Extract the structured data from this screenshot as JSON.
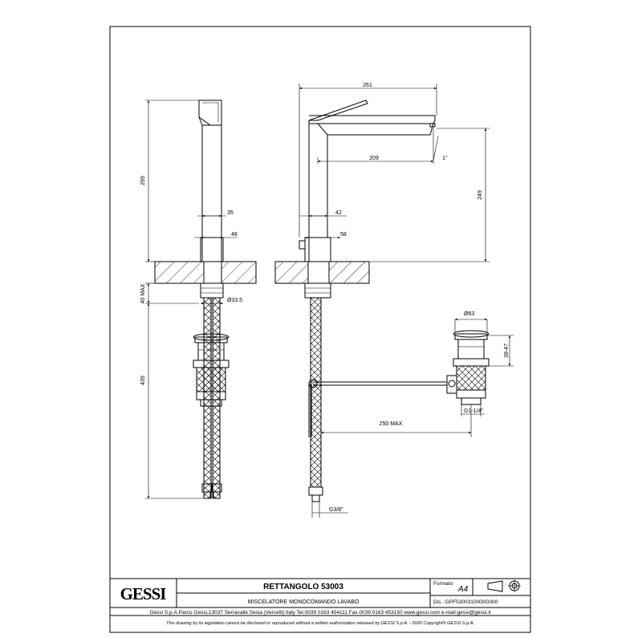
{
  "titleblock": {
    "logo": "GESSI",
    "product": "RETTANGOLO 53003",
    "description": "MISCELATORE MONOCOMANDO LAVABO",
    "format_label": "Formato",
    "format_value": "A4",
    "drawing_number": "Dis.: GPF5300310000G000",
    "address": "Gessi S.p.A.Parco Gessi,13037 Serravalle Sesia (Vercelli) Italy Tel.0039 0163 454111 Fax.0039 0163 453150 www.gessi.com e-mail:gessi@gessi.it",
    "legal_note": "This drawing by its legislation cannot be disclosed or reproduced without a written authorization released by GESSI S.p.A. - 2020 Copyright® GESSI S.p.A."
  },
  "dimensions": {
    "left_height_top": "299",
    "left_height_mid": "40 MAX",
    "left_height_bottom": "439",
    "left_width_35": "35",
    "left_width_48": "48",
    "left_diam_hose": "Ø33.5",
    "overall_width": "261",
    "spout_reach": "209",
    "spout_angle": "1°",
    "spout_height": "249",
    "body_width_42": "42",
    "base_width_58": "58",
    "drain_diam": "Ø63",
    "drain_height": "38-47",
    "drain_thread": "G1-1/4\"",
    "rod_max": "250 MAX",
    "hose_thread": "G3/8\""
  }
}
